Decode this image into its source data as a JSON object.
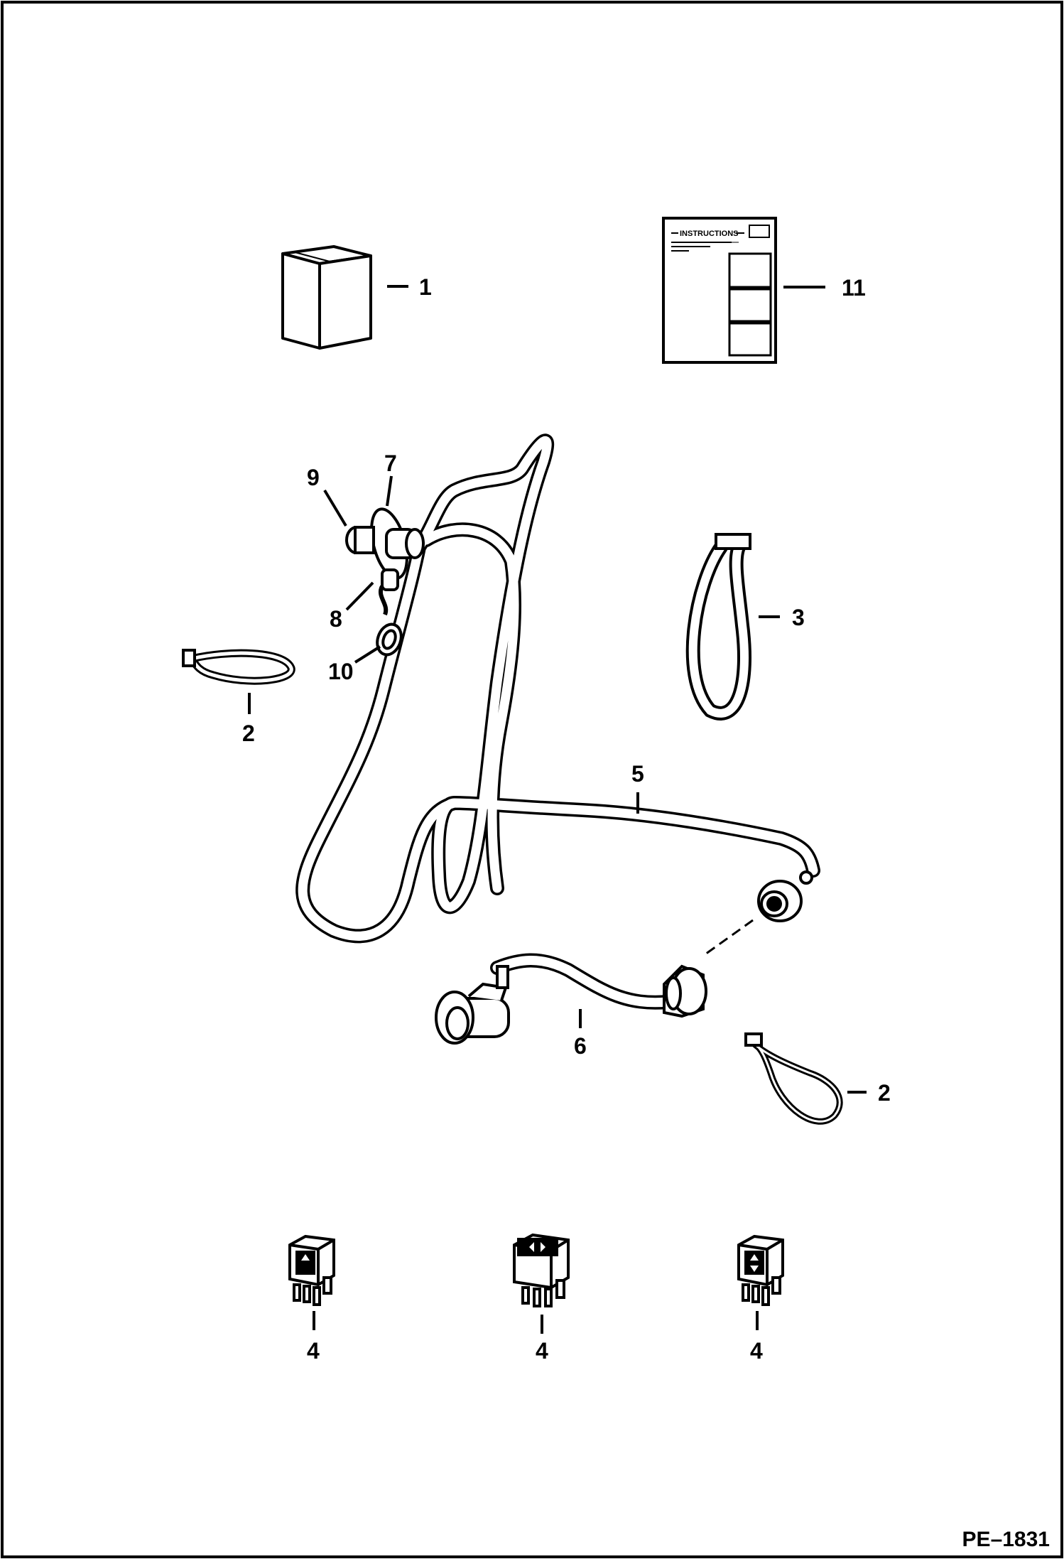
{
  "figure_id": "PE–1831",
  "instruction_sheet_word": "INSTRUCTIONS",
  "callouts": {
    "box": "1",
    "instructions": "11",
    "tie_left": "2",
    "tie_right": "2",
    "strap": "3",
    "harness_main": "5",
    "harness_short": "6",
    "connector": "7",
    "plug_small": "8",
    "cap_plug": "9",
    "cap_ring": "10",
    "switch_left": "4",
    "switch_center": "4",
    "switch_right": "4"
  }
}
